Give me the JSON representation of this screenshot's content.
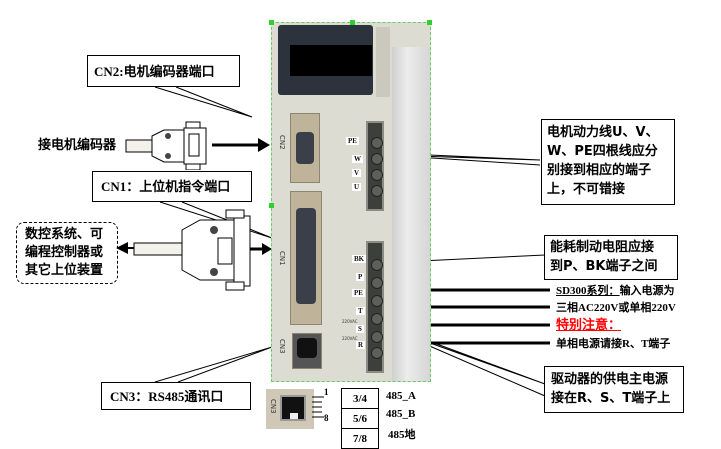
{
  "callouts": {
    "cn2_title": "CN2:电机编码器端口",
    "encoder_label": "接电机编码器",
    "cn1_title": "CN1：上位机指令端口",
    "host_device_lines": [
      "数控系统、可",
      "编程控制器或",
      "其它上位装置"
    ],
    "cn3_title": "CN3：RS485通讯口",
    "motor_power_lines": [
      "电机动力线U、V、",
      "W、PE四根线应分",
      "别接到相应的端子",
      "上，不可错接"
    ],
    "brake_resistor_lines": [
      "能耗制动电阻应接",
      "到P、BK端子之间"
    ],
    "sd300_series": "SD300系列：",
    "input_power_text": "输入电源为",
    "input_power_line2": "三相AC220V或单相220V",
    "special_note": "特别注意：",
    "single_phase_note": "单相电源请接R、T端子",
    "main_power_lines": [
      "驱动器的供电主电源",
      "接在R、S、T端子上"
    ]
  },
  "device": {
    "port_labels": {
      "cn2": "CN2",
      "cn1": "CN1",
      "cn3": "CN3"
    },
    "motor_terminals": [
      "PE",
      "W",
      "V",
      "U"
    ],
    "power_terminals": [
      "BK",
      "P",
      "PE",
      "T",
      "S",
      "R"
    ],
    "small_labels": [
      "220VAC",
      "220VAC"
    ]
  },
  "rj45": {
    "port_label": "CN3",
    "pin_numbers": [
      "1",
      "8"
    ]
  },
  "pin_table": {
    "rows": [
      {
        "pins": "3/4",
        "signal": "485_A"
      },
      {
        "pins": "5/6",
        "signal": "485_B"
      },
      {
        "pins": "7/8",
        "signal": "485地"
      }
    ]
  },
  "colors": {
    "warning_red": "#ff0000",
    "device_body": "#dcdcd2",
    "selection_handle": "#2fcf2f"
  }
}
